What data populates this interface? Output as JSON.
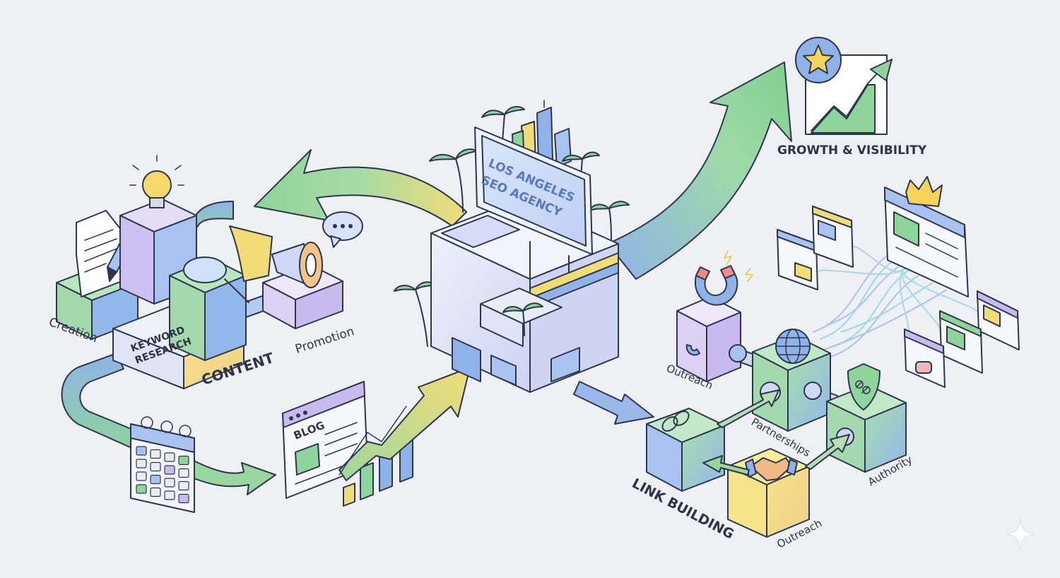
{
  "sign": {
    "line1": "LOS ANGELES",
    "line2": "SEO AGENCY"
  },
  "labels": {
    "growth": "GROWTH & VISIBILITY",
    "keyword_research_1": "KEYWORD",
    "keyword_research_2": "RESEARCH",
    "creation": "Creation",
    "content": "CONTENT",
    "promotion": "Promotion",
    "blog": "BLOG",
    "outreach_top": "Outreach",
    "partnerships": "Partnerships",
    "authority": "Authority",
    "link_building": "LINK BUILDING",
    "outreach_bottom": "Outreach"
  },
  "colors": {
    "green": "#8fd49a",
    "blue": "#8fb3e8",
    "yellow": "#f2dc77",
    "purple": "#c8b9ef",
    "outline": "#2e3550"
  }
}
